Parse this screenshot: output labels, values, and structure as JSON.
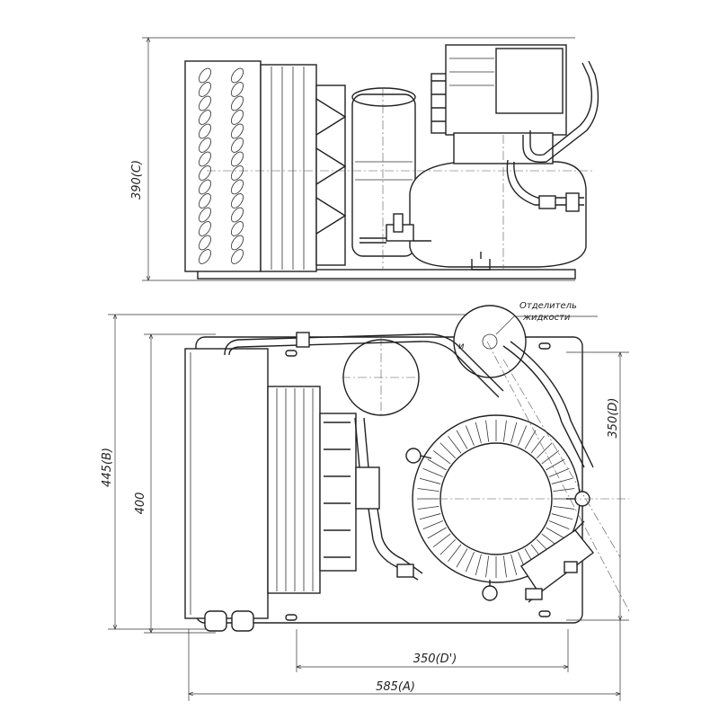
{
  "dimensions": {
    "height_c": "390(C)",
    "depth_b": "445(B)",
    "depth_inner": "400",
    "side_d": "350(D)",
    "mount_d_prime": "350(D')",
    "width_a": "585(A)"
  },
  "callouts": {
    "separator_line1": "Отделитель",
    "separator_line2": "жидкости",
    "marker": "и"
  }
}
